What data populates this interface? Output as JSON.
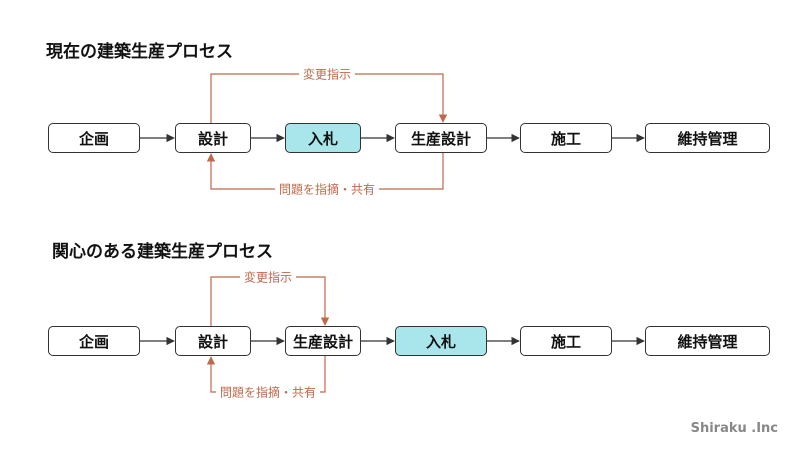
{
  "colors": {
    "accent_fill": "#a9e6ec",
    "feedback_line": "#c0694a",
    "flow_line": "#333333",
    "box_border": "#333333"
  },
  "diagrams": [
    {
      "title": "現在の建築生産プロセス",
      "steps": [
        "企画",
        "設計",
        "入札",
        "生産設計",
        "施工",
        "維持管理"
      ],
      "highlighted_step": "入札",
      "forward_feedback": {
        "label": "変更指示",
        "from": "設計",
        "to": "生産設計"
      },
      "back_feedback": {
        "label": "問題を指摘・共有",
        "from": "生産設計",
        "to": "設計"
      }
    },
    {
      "title": "関心のある建築生産プロセス",
      "steps": [
        "企画",
        "設計",
        "生産設計",
        "入札",
        "施工",
        "維持管理"
      ],
      "highlighted_step": "入札",
      "forward_feedback": {
        "label": "変更指示",
        "from": "設計",
        "to": "生産設計"
      },
      "back_feedback": {
        "label": "問題を指摘・共有",
        "from": "生産設計",
        "to": "設計"
      }
    }
  ],
  "footer": "Shiraku .Inc"
}
